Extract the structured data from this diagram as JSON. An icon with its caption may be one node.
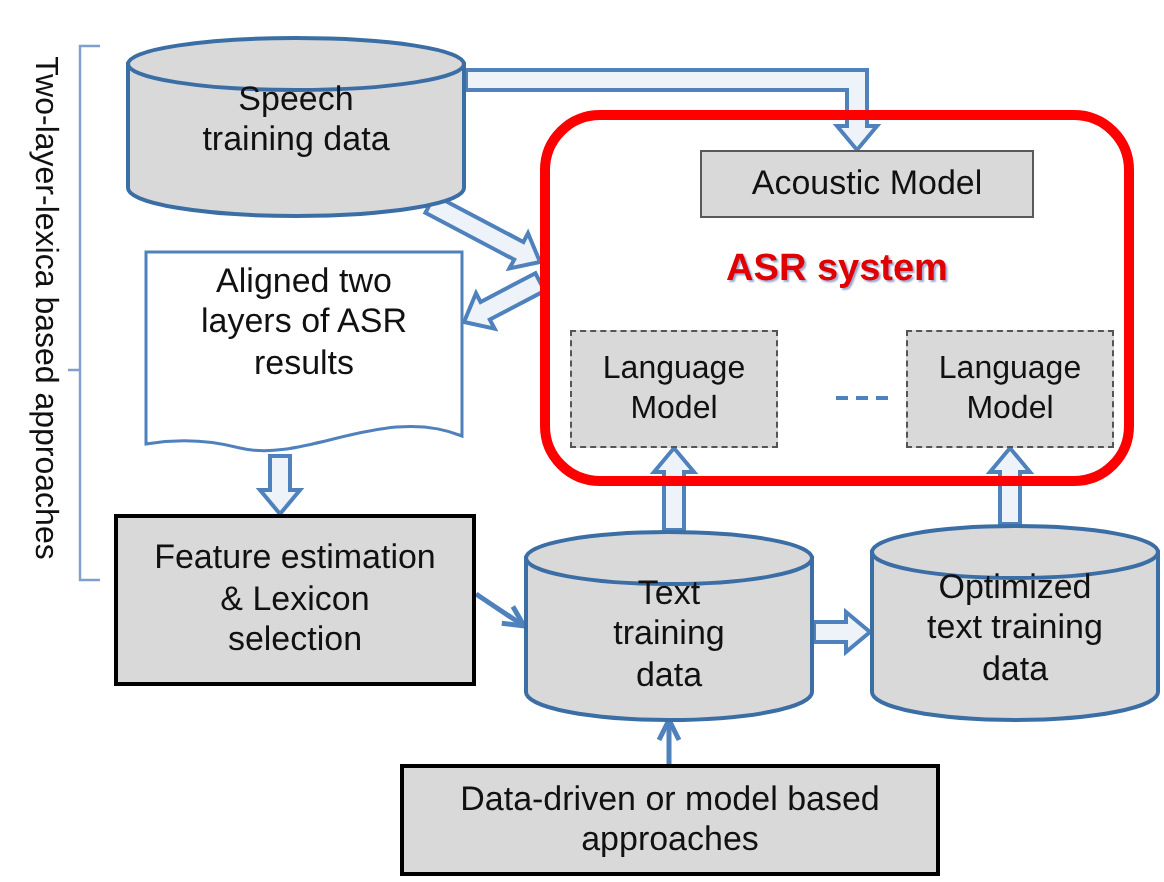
{
  "diagram": {
    "nodes": [
      {
        "text": [
          "Speech training data"
        ]
      },
      {
        "text": [
          "ASR system"
        ]
      },
      {
        "text": [
          "Acoustic Model"
        ],
        "in": 1
      },
      {
        "text": [
          "Language Model"
        ],
        "in": 1
      },
      {
        "text": [
          "Language Model"
        ],
        "in": 1
      },
      {
        "text": [
          "Aligned two layers of ASR results"
        ]
      },
      {
        "text": [
          "Feature estimation & Lexicon selection"
        ]
      },
      {
        "text": [
          "Text training data"
        ]
      },
      {
        "text": [
          "Optimized text training data"
        ]
      },
      {
        "text": [
          "Data-driven or model based approaches"
        ]
      }
    ],
    "edges": [
      {
        "from": 0,
        "to": 2,
        "arrow": "to",
        "style": "thick"
      },
      {
        "from": 0,
        "to": 1,
        "arrow": "to",
        "style": "thick"
      },
      {
        "from": 1,
        "to": 5,
        "arrow": "to",
        "style": "thick"
      },
      {
        "from": 5,
        "to": 6,
        "arrow": "to",
        "style": "thick"
      },
      {
        "from": 6,
        "to": 7,
        "arrow": "to"
      },
      {
        "from": 7,
        "to": 3,
        "arrow": "to",
        "style": "thick"
      },
      {
        "from": 7,
        "to": 8,
        "arrow": "to",
        "style": "thick"
      },
      {
        "from": 8,
        "to": 4,
        "arrow": "to",
        "style": "thick"
      },
      {
        "from": 9,
        "to": 7,
        "arrow": "to"
      }
    ],
    "labels": [
      "Two-layer-lexica based approaches"
    ]
  }
}
